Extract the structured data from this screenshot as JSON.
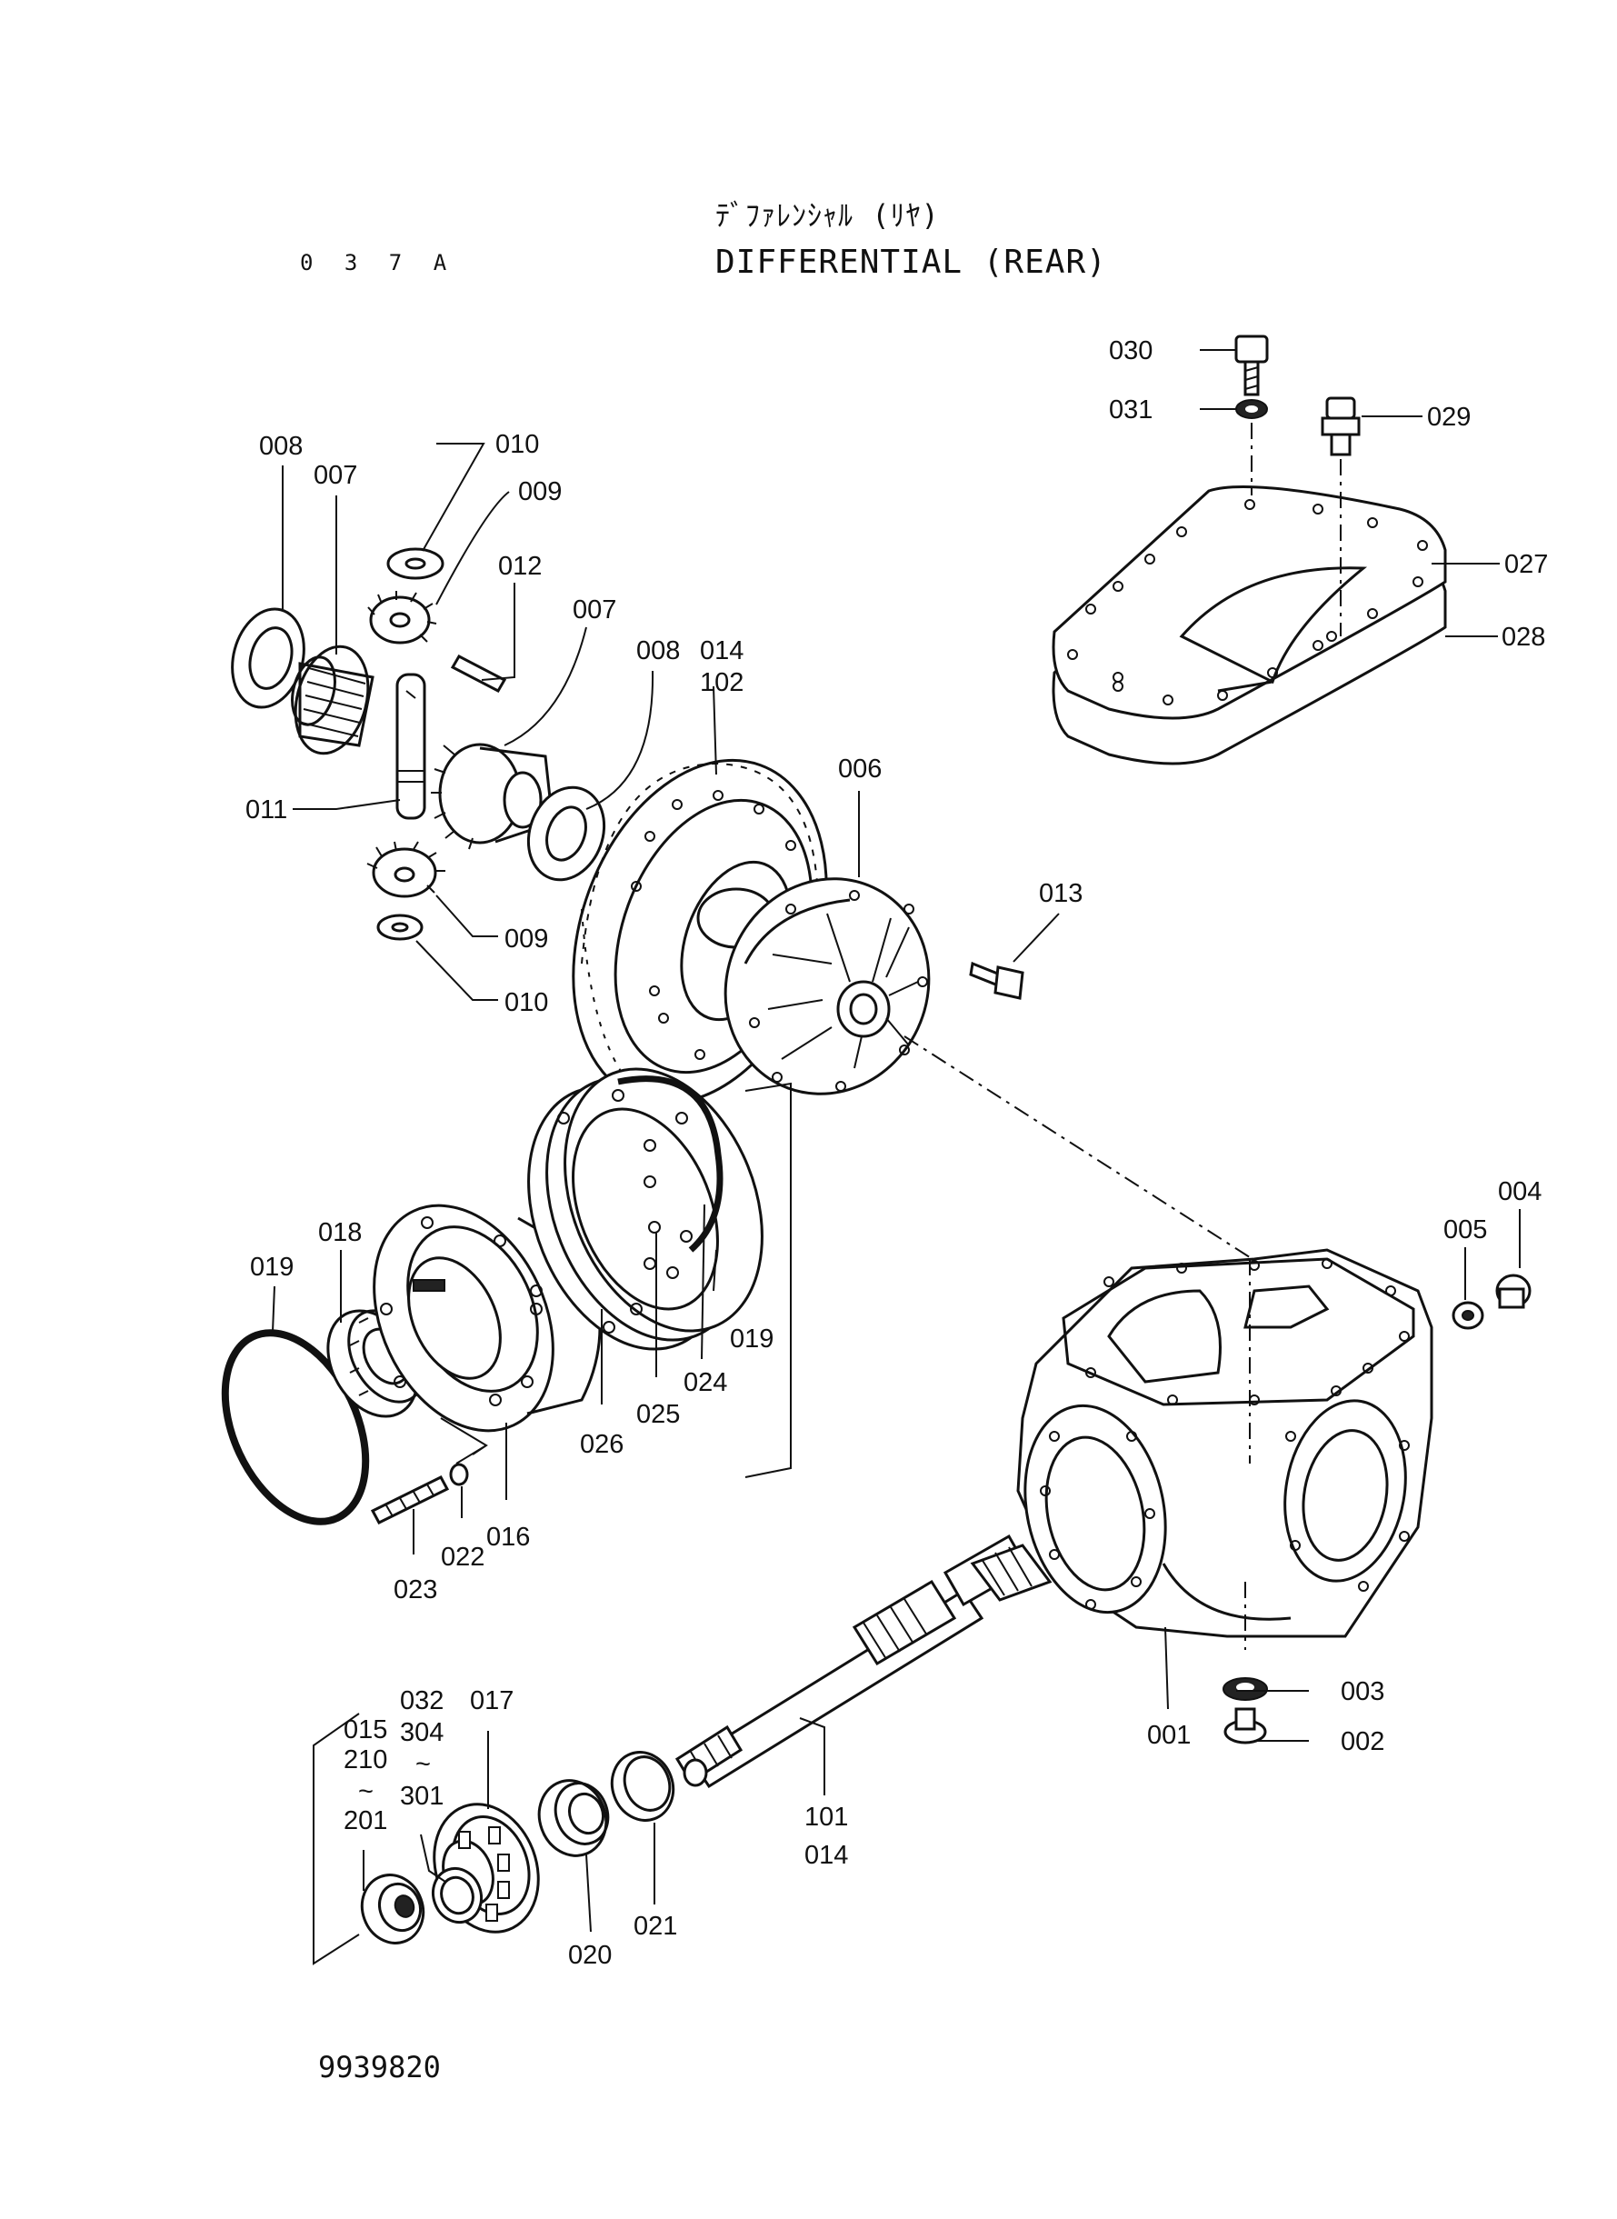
{
  "header": {
    "page_code": "0 3 7 A",
    "title_jp": "ﾃﾞﾌｧﾚﾝｼｬﾙ (ﾘﾔ)",
    "title_en": "DIFFERENTIAL (REAR)"
  },
  "footer": {
    "doc_number": "9939820"
  },
  "callouts": [
    {
      "id": "c030",
      "text": "030"
    },
    {
      "id": "c031",
      "text": "031"
    },
    {
      "id": "c029",
      "text": "029"
    },
    {
      "id": "c027",
      "text": "027"
    },
    {
      "id": "c028",
      "text": "028"
    },
    {
      "id": "c008a",
      "text": "008"
    },
    {
      "id": "c007a",
      "text": "007"
    },
    {
      "id": "c010a",
      "text": "010"
    },
    {
      "id": "c009a",
      "text": "009"
    },
    {
      "id": "c012",
      "text": "012"
    },
    {
      "id": "c007b",
      "text": "007"
    },
    {
      "id": "c008b",
      "text": "008"
    },
    {
      "id": "c014a",
      "text": "014"
    },
    {
      "id": "c102",
      "text": "102"
    },
    {
      "id": "c006",
      "text": "006"
    },
    {
      "id": "c011",
      "text": "011"
    },
    {
      "id": "c009b",
      "text": "009"
    },
    {
      "id": "c010b",
      "text": "010"
    },
    {
      "id": "c013",
      "text": "013"
    },
    {
      "id": "c004",
      "text": "004"
    },
    {
      "id": "c005",
      "text": "005"
    },
    {
      "id": "c018",
      "text": "018"
    },
    {
      "id": "c019a",
      "text": "019"
    },
    {
      "id": "c019b",
      "text": "019"
    },
    {
      "id": "c024",
      "text": "024"
    },
    {
      "id": "c025",
      "text": "025"
    },
    {
      "id": "c026",
      "text": "026"
    },
    {
      "id": "c016",
      "text": "016"
    },
    {
      "id": "c022",
      "text": "022"
    },
    {
      "id": "c023",
      "text": "023"
    },
    {
      "id": "c003",
      "text": "003"
    },
    {
      "id": "c002",
      "text": "002"
    },
    {
      "id": "c001",
      "text": "001"
    },
    {
      "id": "c101",
      "text": "101"
    },
    {
      "id": "c014b",
      "text": "014"
    },
    {
      "id": "c032",
      "text": "032"
    },
    {
      "id": "c304",
      "text": "304"
    },
    {
      "id": "c017",
      "text": "017"
    },
    {
      "id": "c015",
      "text": "015"
    },
    {
      "id": "c210",
      "text": "210"
    },
    {
      "id": "c201",
      "text": "201"
    },
    {
      "id": "c301",
      "text": "301"
    },
    {
      "id": "c020",
      "text": "020"
    },
    {
      "id": "c021",
      "text": "021"
    },
    {
      "id": "ctilde1",
      "text": "~"
    },
    {
      "id": "ctilde2",
      "text": "~"
    }
  ]
}
